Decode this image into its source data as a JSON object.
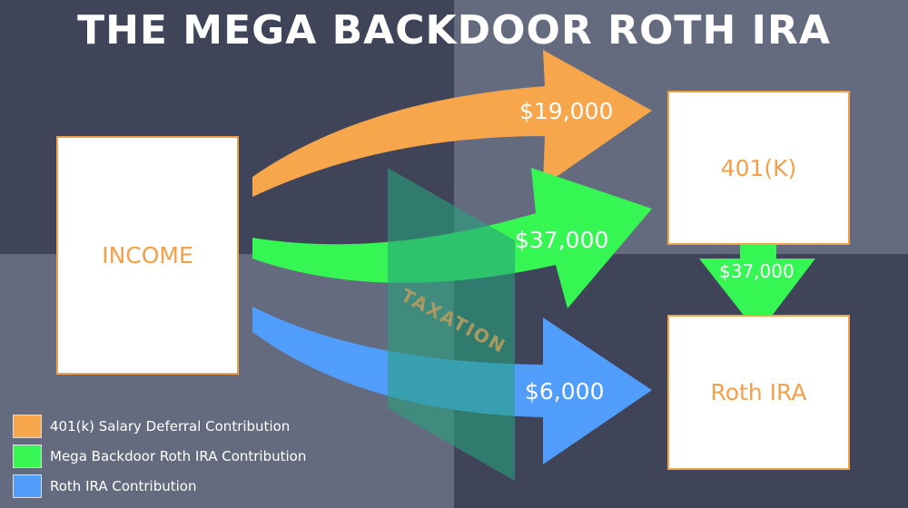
{
  "title": "THE MEGA BACKDOOR ROTH IRA",
  "boxes": {
    "income": "INCOME",
    "k401": "401(K)",
    "roth": "Roth IRA"
  },
  "amounts": {
    "orange": "$19,000",
    "green": "$37,000",
    "transfer": "$37,000",
    "blue": "$6,000"
  },
  "taxation": "TAXATION",
  "legend": [
    {
      "label": "401(k) Salary Deferral Contribution",
      "color": "#f8a64b"
    },
    {
      "label": "Mega Backdoor Roth IRA Contribution",
      "color": "#36f654"
    },
    {
      "label": "Roth IRA Contribution",
      "color": "#519dfc"
    }
  ],
  "colors": {
    "bg_dark": "#3f4458",
    "bg_light": "#646b7e",
    "orange": "#f8a64b",
    "green": "#36f654",
    "blue": "#519dfc"
  }
}
